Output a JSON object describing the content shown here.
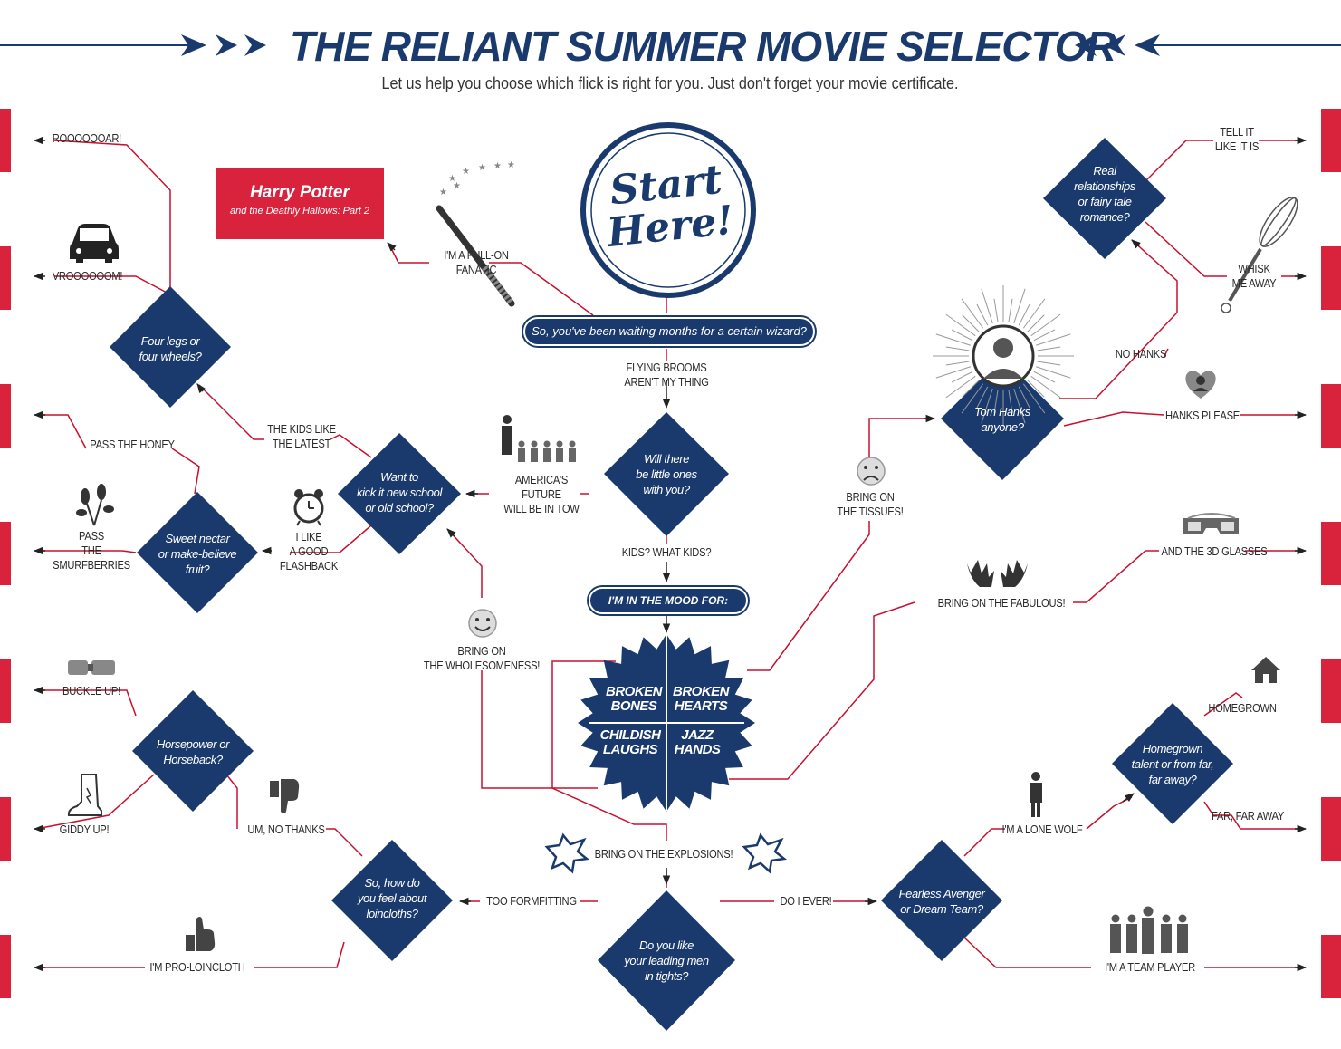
{
  "header": {
    "title": "THE RELIANT SUMMER MOVIE SELECTOR",
    "subtitle": "Let us help you choose which flick is right for you. Just don't forget your movie certificate."
  },
  "colors": {
    "navy": "#1a3a6e",
    "red": "#d9233d",
    "line": "#c8102e"
  },
  "start": {
    "label": "Start\nHere!"
  },
  "wizard_question": "So, you've been waiting months for a certain wizard?",
  "harry_potter": {
    "title": "Harry Potter",
    "subtitle": "and the Deathly Hallows: Part 2"
  },
  "mood": {
    "label": "I'M IN THE MOOD FOR:"
  },
  "starburst": {
    "broken_bones": "BROKEN\nBONES",
    "broken_hearts": "BROKEN\nHEARTS",
    "childish_laughs": "CHILDISH\nLAUGHS",
    "jazz_hands": "JAZZ\nHANDS"
  },
  "questions": {
    "little_ones": "Will there\nbe little ones\nwith you?",
    "new_old_school": "Want to\nkick it new school\nor old school?",
    "four_legs": "Four legs or\nfour wheels?",
    "sweet_nectar": "Sweet nectar\nor make-believe\nfruit?",
    "horsepower": "Horsepower or\nHorseback?",
    "loincloths": "So, how do\nyou feel about\nloincloths?",
    "tights": "Do you like\nyour leading men\nin tights?",
    "avenger": "Fearless Avenger\nor Dream Team?",
    "homegrown": "Homegrown\ntalent or from far,\nfar away?",
    "tom_hanks": "Tom Hanks\nanyone?",
    "real_relationships": "Real\nrelationships\nor fairy tale\nromance?"
  },
  "labels": {
    "fanatic": "I'M A FULL-ON\nFANATIC",
    "flying_brooms": "FLYING BROOMS\nAREN'T MY THING",
    "americas_future": "AMERICA'S\nFUTURE\nWILL BE IN TOW",
    "kids_what_kids": "KIDS? WHAT KIDS?",
    "kids_like_latest": "THE KIDS LIKE\nTHE LATEST",
    "good_flashback": "I LIKE\nA GOOD\nFLASHBACK",
    "roar": "ROOOOOOAR!",
    "vroom": "VROOOOOOM!",
    "pass_honey": "PASS THE HONEY",
    "pass_smurfberries": "PASS\nTHE\nSMURFBERRIES",
    "wholesomeness": "BRING ON\nTHE WHOLESOMENESS!",
    "buckle_up": "BUCKLE UP!",
    "giddy_up": "GIDDY UP!",
    "um_no_thanks": "UM, NO THANKS",
    "too_formfitting": "TOO FORMFITTING",
    "pro_loincloth": "I'M PRO-LOINCLOTH",
    "explosions": "BRING ON THE EXPLOSIONS!",
    "do_i_ever": "DO I EVER!",
    "lone_wolf": "I'M A LONE WOLF",
    "team_player": "I'M A TEAM PLAYER",
    "homegrown": "HOMEGROWN",
    "far_away": "FAR, FAR AWAY",
    "fabulous": "BRING ON THE FABULOUS!",
    "glasses_3d": "AND THE 3D GLASSES",
    "tissues": "BRING ON\nTHE TISSUES!",
    "no_hanks": "NO HANKS",
    "hanks_please": "HANKS PLEASE",
    "tell_it": "TELL IT\nLIKE IT IS",
    "whisk_me": "WHISK\nME AWAY"
  }
}
